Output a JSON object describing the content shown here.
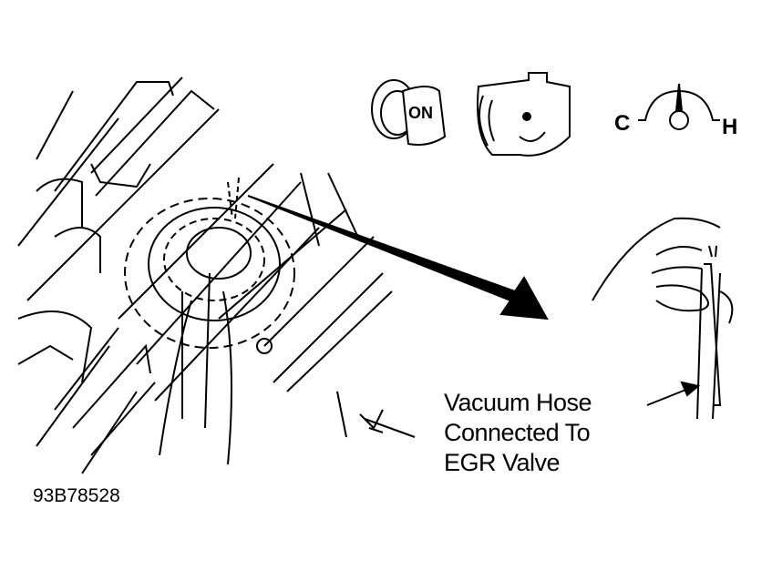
{
  "ignition_key": {
    "label": "ON"
  },
  "temp_gauge": {
    "cold_label": "C",
    "hot_label": "H"
  },
  "callout": {
    "lines": [
      "Vacuum Hose",
      "Connected To",
      "EGR Valve"
    ]
  },
  "figure_id": "93B78528"
}
